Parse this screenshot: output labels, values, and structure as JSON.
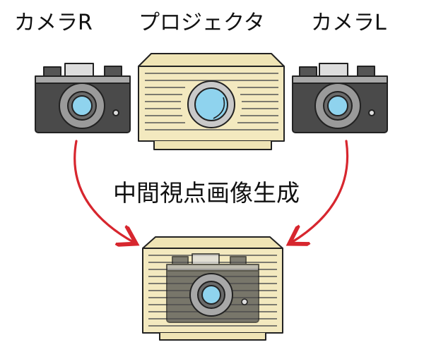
{
  "labels": {
    "camera_r": "カメラR",
    "projector": "プロジェクタ",
    "camera_l": "カメラL",
    "process": "中間視点画像生成"
  },
  "colors": {
    "projector_body": "#f3e9bf",
    "camera_body": "#4a4a4a",
    "lens": "#8fd3ee",
    "arrow": "#d7262e",
    "outline": "#222222"
  }
}
